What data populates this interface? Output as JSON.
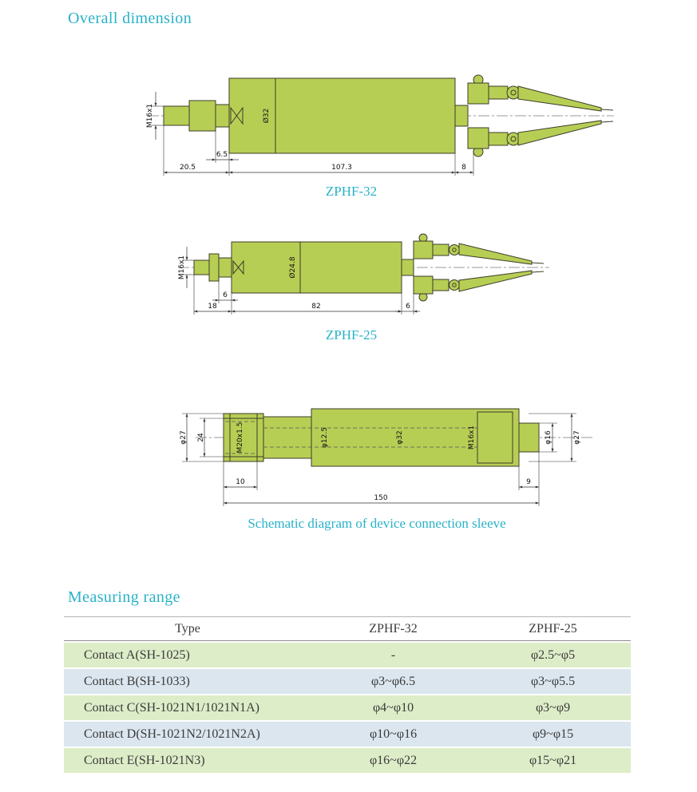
{
  "headings": {
    "overall_dimension": "Overall dimension",
    "measuring_range": "Measuring range"
  },
  "drawings": {
    "zphf32": {
      "caption": "ZPHF-32",
      "dims": {
        "thread": "M16x1",
        "diameter": "Ø32",
        "step": "6.5",
        "left_len": "20.5",
        "body_len": "107.3",
        "right_len": "8"
      }
    },
    "zphf25": {
      "caption": "ZPHF-25",
      "dims": {
        "thread": "M16x1",
        "diameter": "Ø24.8",
        "step": "6",
        "left_len": "18",
        "body_len": "82",
        "right_len": "6"
      }
    },
    "sleeve": {
      "caption": "Schematic diagram of device connection sleeve",
      "dims": {
        "od_left": "φ27",
        "bore_left": "24",
        "thread_left": "M20x1.5",
        "bore_mid": "φ12.5",
        "od_mid": "φ32",
        "thread_right": "M16x1",
        "od_stub": "φ16",
        "od_right": "φ27",
        "len_left": "10",
        "len_total": "150",
        "len_right": "9"
      }
    }
  },
  "table": {
    "headers": {
      "type": "Type",
      "zphf32": "ZPHF-32",
      "zphf25": "ZPHF-25"
    },
    "rows": [
      {
        "type": "Contact A(SH-1025)",
        "zphf32": "-",
        "zphf25": "φ2.5~φ5"
      },
      {
        "type": "Contact B(SH-1033)",
        "zphf32": "φ3~φ6.5",
        "zphf25": "φ3~φ5.5"
      },
      {
        "type": "Contact C(SH-1021N1/1021N1A)",
        "zphf32": "φ4~φ10",
        "zphf25": "φ3~φ9"
      },
      {
        "type": "Contact D(SH-1021N2/1021N2A)",
        "zphf32": "φ10~φ16",
        "zphf25": "φ9~φ15"
      },
      {
        "type": "Contact E(SH-1021N3)",
        "zphf32": "φ16~φ22",
        "zphf25": "φ15~φ21"
      }
    ]
  },
  "colors": {
    "accent": "#29b2c8",
    "drawing_fill": "#b7ce55",
    "row_green": "#ddedc8",
    "row_blue": "#dbe6ef"
  }
}
